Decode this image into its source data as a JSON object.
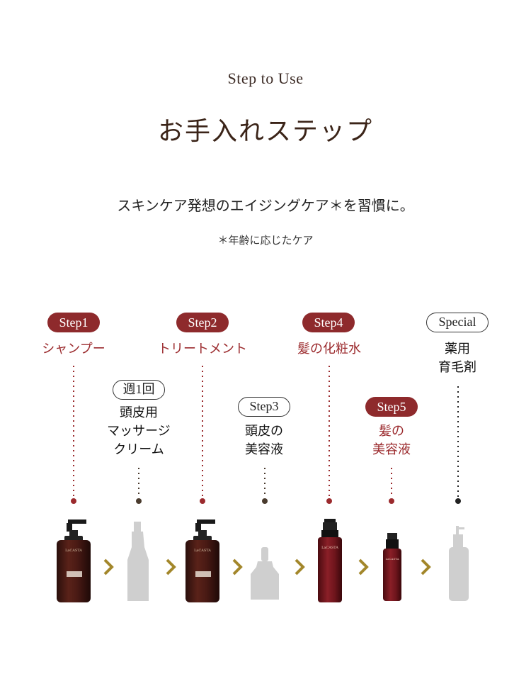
{
  "header": {
    "eyebrow": "Step to Use",
    "title": "お手入れステップ",
    "lead": "スキンケア発想のエイジングケア＊を習慣に。",
    "note": "＊年齢に応じたケア"
  },
  "steps": [
    {
      "badge": "Step1",
      "line1": "シャンプー",
      "line2": "",
      "line3": ""
    },
    {
      "badge": "週1回",
      "line1": "頭皮用",
      "line2": "マッサージ",
      "line3": "クリーム"
    },
    {
      "badge": "Step2",
      "line1": "トリートメント",
      "line2": "",
      "line3": ""
    },
    {
      "badge": "Step3",
      "line1": "頭皮の",
      "line2": "美容液",
      "line3": ""
    },
    {
      "badge": "Step4",
      "line1": "髪の化粧水",
      "line2": "",
      "line3": ""
    },
    {
      "badge": "Step5",
      "line1": "髪の",
      "line2": "美容液",
      "line3": ""
    },
    {
      "badge": "Special",
      "line1": "薬用",
      "line2": "育毛剤",
      "line3": ""
    }
  ],
  "colors": {
    "accent": "#8e2a2c",
    "gold": "#a3872b",
    "placeholder": "#cfcfcf"
  },
  "bottle_brand": "LaCASTA"
}
